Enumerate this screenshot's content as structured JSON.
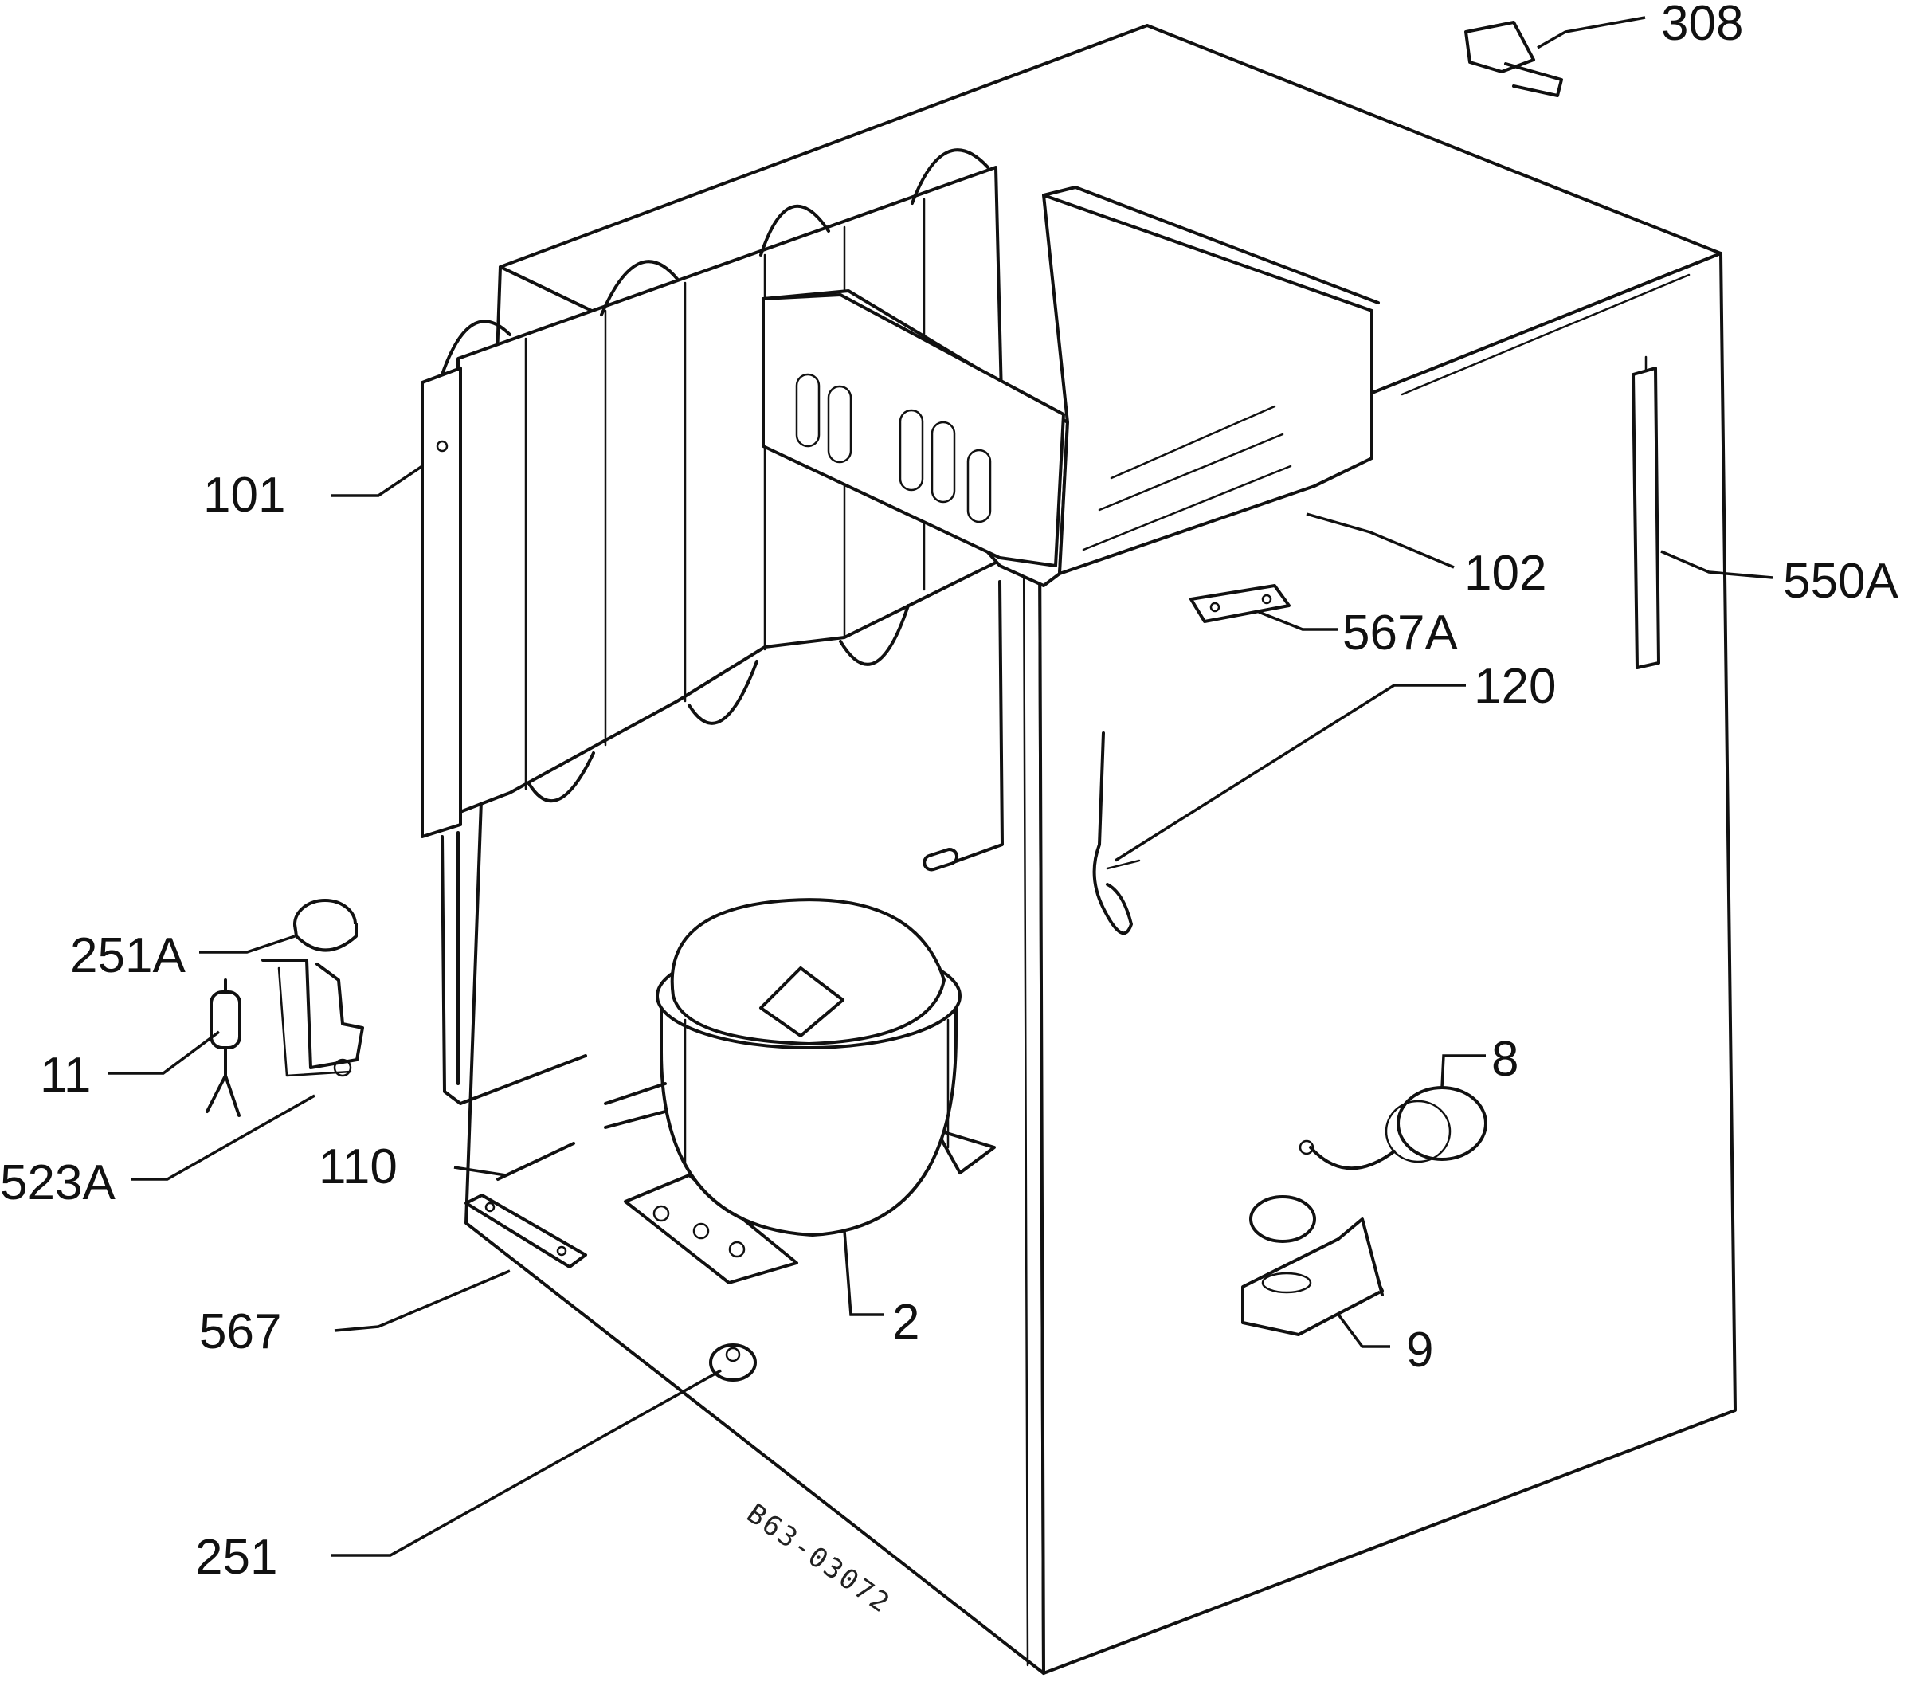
{
  "diagram": {
    "drawing_code": "B63-03072",
    "callouts": [
      {
        "id": "308",
        "text": "308"
      },
      {
        "id": "101",
        "text": "101"
      },
      {
        "id": "102",
        "text": "102"
      },
      {
        "id": "550A",
        "text": "550A"
      },
      {
        "id": "567A",
        "text": "567A"
      },
      {
        "id": "120",
        "text": "120"
      },
      {
        "id": "251A",
        "text": "251A"
      },
      {
        "id": "11",
        "text": "11"
      },
      {
        "id": "8",
        "text": "8"
      },
      {
        "id": "523A",
        "text": "523A"
      },
      {
        "id": "110",
        "text": "110"
      },
      {
        "id": "567",
        "text": "567"
      },
      {
        "id": "2",
        "text": "2"
      },
      {
        "id": "9",
        "text": "9"
      },
      {
        "id": "251",
        "text": "251"
      }
    ]
  }
}
